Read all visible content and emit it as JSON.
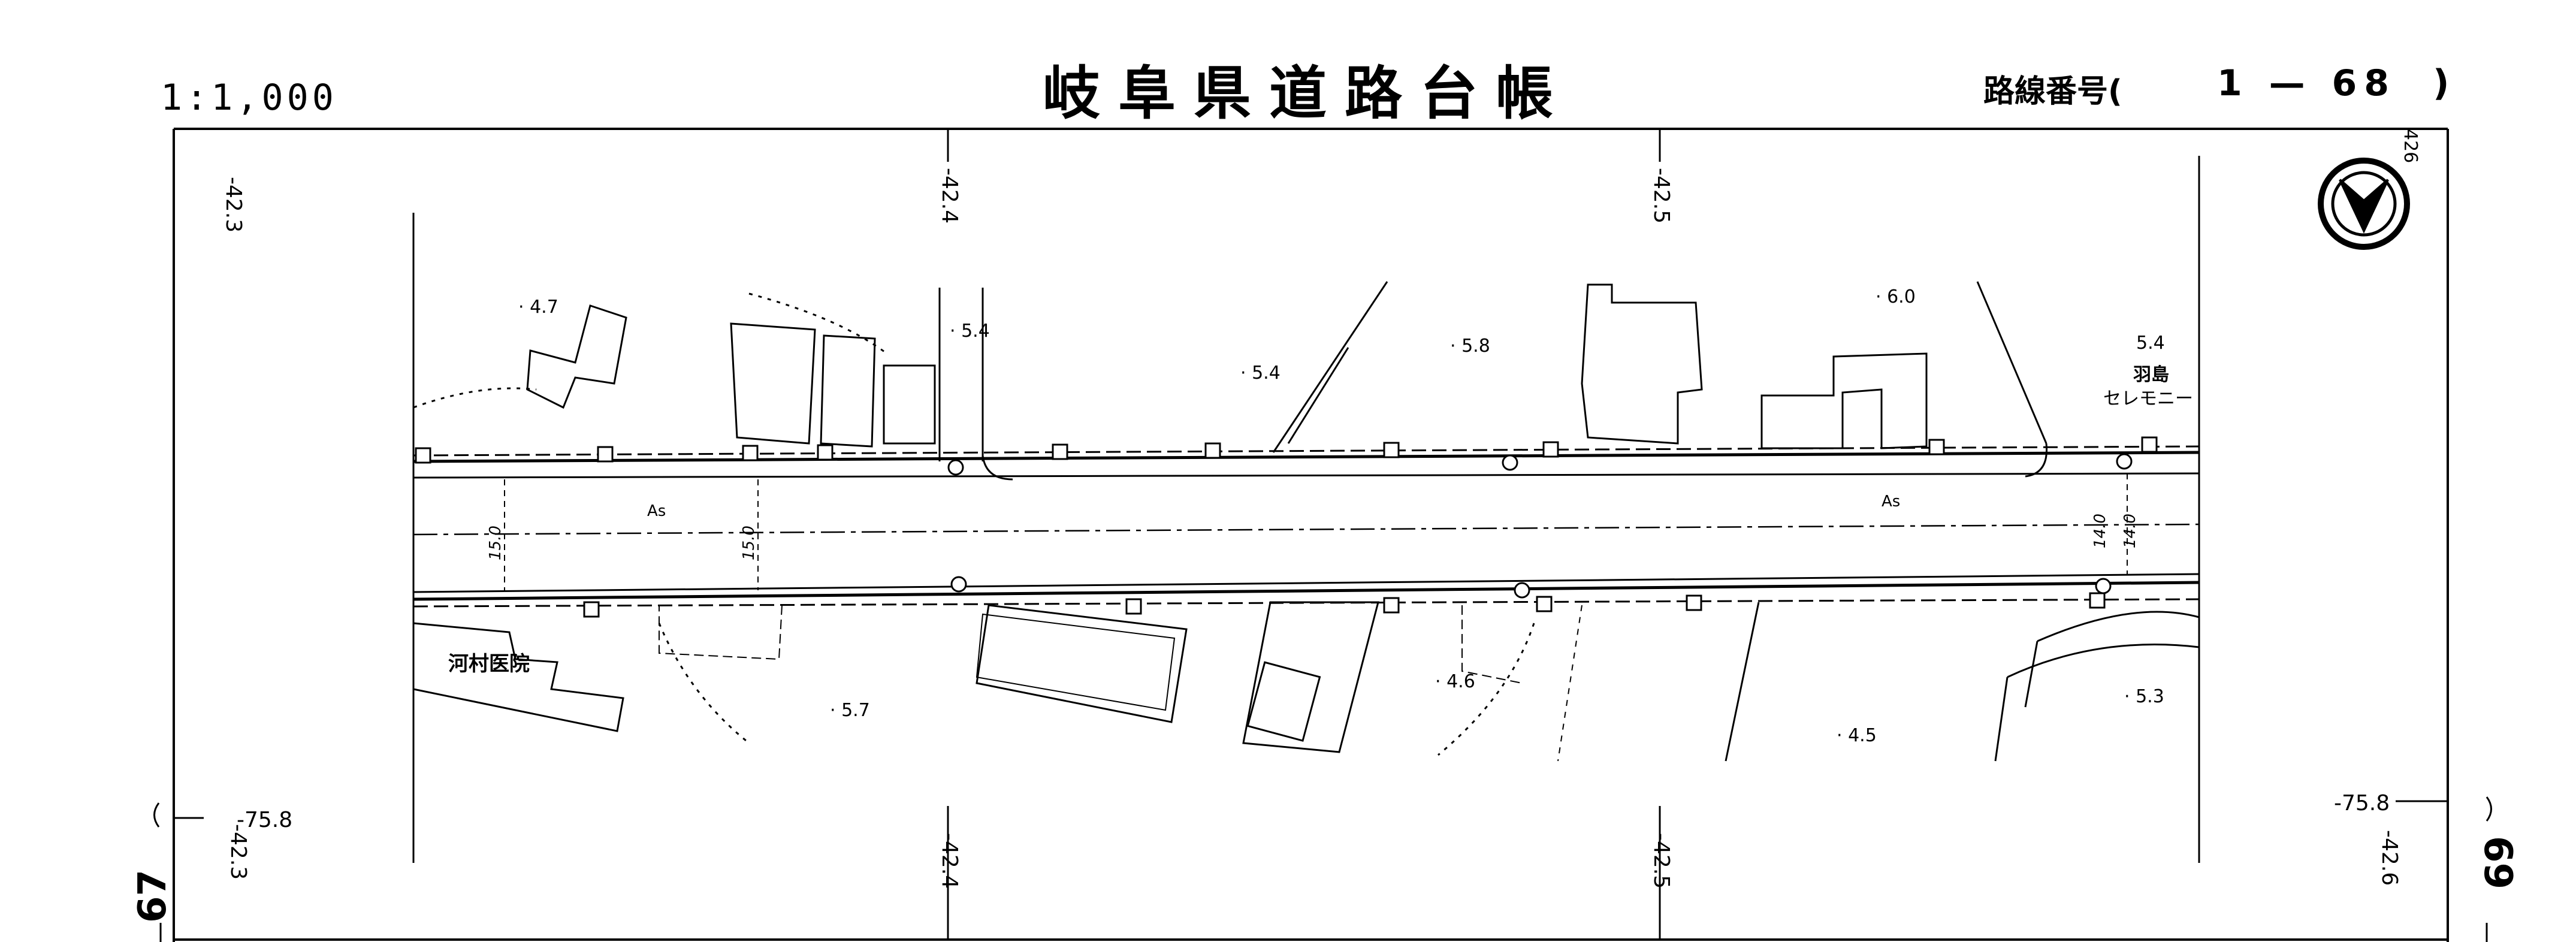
{
  "header": {
    "scale": "1:1,000",
    "title": "岐阜県道路台帳",
    "route_label": "路線番号(",
    "route_number": "1 — 68",
    "route_close": ")"
  },
  "grid_labels": {
    "top_left": "-42.3",
    "top_1": "-42.4",
    "top_2": "-42.5",
    "top_right": "426",
    "bottom_left": "-42.3",
    "bottom_1": "-42.4",
    "bottom_2": "-42.5",
    "bottom_right": "-42.6",
    "left_y": "-75.8",
    "right_y": "-75.8"
  },
  "sheets": {
    "prev": "67",
    "next": "69"
  },
  "elevations": [
    "4.7",
    "5.4",
    "5.4",
    "5.8",
    "6.0",
    "5.4",
    "5.7",
    "4.6",
    "4.5",
    "5.3"
  ],
  "road_labels": {
    "surface_1": "As",
    "surface_2": "As",
    "width_1": "15.0",
    "width_2": "15.0",
    "width_3": "14.0",
    "width_4": "14.0"
  },
  "buildings": {
    "hospital": "河村医院",
    "ceremony_1": "羽島",
    "ceremony_2": "セレモニー"
  },
  "colors": {
    "ink": "#000000",
    "paper": "#ffffff"
  },
  "north_arrow": "north-arrow-icon"
}
